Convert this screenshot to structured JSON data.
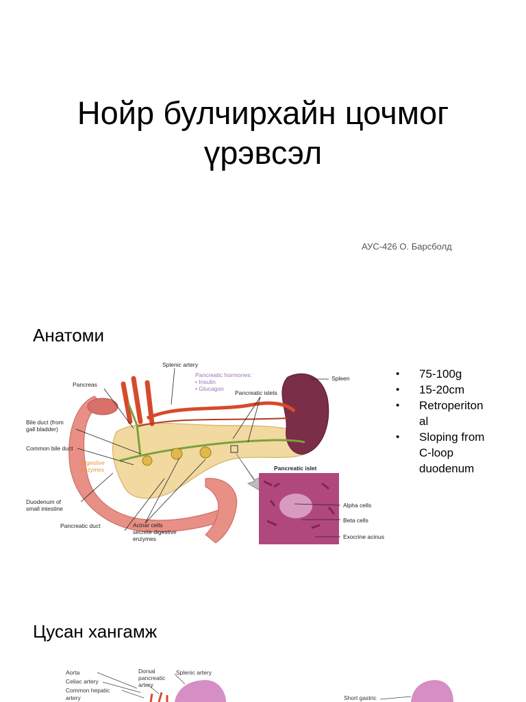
{
  "slide1": {
    "title_line1": "Нойр булчирхайн цочмог",
    "title_line2": "үрэвсэл",
    "author": "АУС-426 О. Барсболд"
  },
  "slide2": {
    "heading": "Анатоми",
    "figure_labels": {
      "splenic_artery": "Splenic artery",
      "pancreas": "Pancreas",
      "pancreatic_hormones": "Pancreatic hormones:",
      "insulin": "• Insulin",
      "glucagon": "• Glucagon",
      "spleen": "Spleen",
      "pancreatic_islets": "Pancreatic islets",
      "bile_duct_1": "Bile duct (from",
      "bile_duct_2": "gall bladder)",
      "common_bile_duct": "Common bile duct",
      "digestive_1": "Digestive",
      "digestive_2": "enzymes",
      "duodenum_1": "Duodenum of",
      "duodenum_2": "small intestine",
      "pancreatic_duct": "Pancreatic duct",
      "acinar_1": "Acinar cells",
      "acinar_2": "secrete digestive",
      "acinar_3": "enzymes",
      "pancreatic_islet": "Pancreatic islet",
      "alpha_cells": "Alpha cells",
      "beta_cells": "Beta cells",
      "exocrine_acinus": "Exocrine acinus"
    },
    "bullets": {
      "b1": "75-100g",
      "b2": "15-20cm",
      "b3_line1": "Retroperiton",
      "b3_line2": "al",
      "b4_line1": "Sloping from",
      "b4_line2": "C-loop",
      "b4_line3": "duodenum"
    }
  },
  "slide3": {
    "heading": "Цусан хангамж",
    "figure_labels": {
      "aorta": "Aorta",
      "celiac_artery": "Celiac artery",
      "common_hepatic_1": "Common hepatic",
      "common_hepatic_2": "artery",
      "dorsal_1": "Dorsal",
      "dorsal_2": "pancreatic",
      "dorsal_3": "artery",
      "splenic_artery": "Splenic artery",
      "short_gastric": "Short gastric"
    }
  },
  "colors": {
    "pancreas": "#f1d9a0",
    "vessel": "#d64a2c",
    "duct": "#7aa23a",
    "spleen": "#7a2e48",
    "duodenum": "#e88f86",
    "histology": "#b0487e",
    "hormone_label": "#9a72b8",
    "digestive_label": "#e8943a"
  }
}
